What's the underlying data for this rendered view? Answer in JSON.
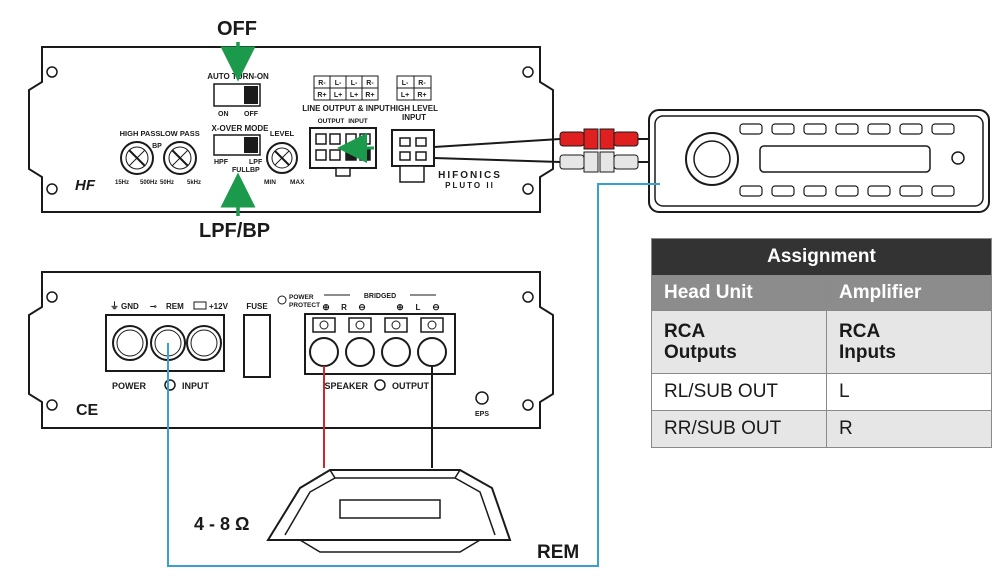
{
  "callouts": {
    "off": "OFF",
    "lpf_bp": "LPF/BP",
    "rem": "REM",
    "impedance": "4 - 8 Ω"
  },
  "amp_top": {
    "auto_turn_on": "AUTO TURN-ON",
    "on": "ON",
    "off": "OFF",
    "high_pass": "HIGH PASS",
    "low_pass": "LOW PASS",
    "bp": "BP",
    "hp_min": "15Hz",
    "hp_max": "500Hz",
    "lp_min": "50Hz",
    "lp_max": "5kHz",
    "xover_mode": "X-OVER MODE",
    "hpf": "HPF",
    "full": "FULL",
    "lpf": "LPF",
    "bp2": "BP",
    "level": "LEVEL",
    "min": "MIN",
    "max": "MAX",
    "line_output_input": "LINE OUTPUT & INPUT",
    "output": "OUTPUT",
    "input": "INPUT",
    "high_level_input_1": "HIGH LEVEL",
    "high_level_input_2": "INPUT",
    "pin_grid": [
      "R-",
      "L-",
      "L-",
      "R-",
      "R+",
      "L+",
      "L+",
      "R+"
    ],
    "hl_grid": [
      "L-",
      "R-",
      "L+",
      "R+"
    ],
    "brand": "HIFONICS",
    "model": "PLUTO II",
    "logo": "HF"
  },
  "amp_bottom": {
    "gnd": "GND",
    "rem": "REM",
    "plus12v": "+12V",
    "fuse": "FUSE",
    "power_protect_1": "POWER",
    "power_protect_2": "PROTECT",
    "bridged": "BRIDGED",
    "r": "R",
    "l": "L",
    "power": "POWER",
    "input": "INPUT",
    "speaker": "SPEAKER",
    "output": "OUTPUT",
    "ce": "CE",
    "eps": "EPS"
  },
  "table": {
    "title": "Assignment",
    "col1": "Head Unit",
    "col2": "Amplifier",
    "sub1_line1": "RCA",
    "sub1_line2": "Outputs",
    "sub2_line1": "RCA",
    "sub2_line2": "Inputs",
    "rows": [
      {
        "head_unit": "RL/SUB OUT",
        "amplifier": "L"
      },
      {
        "head_unit": "RR/SUB OUT",
        "amplifier": "R"
      }
    ]
  },
  "colors": {
    "arrow_green": "#1a9a4a",
    "wire_blue": "#3aa0d0",
    "wire_red": "#cc2a2a",
    "rca_red": "#e02020",
    "outline": "#1a1a1a"
  }
}
